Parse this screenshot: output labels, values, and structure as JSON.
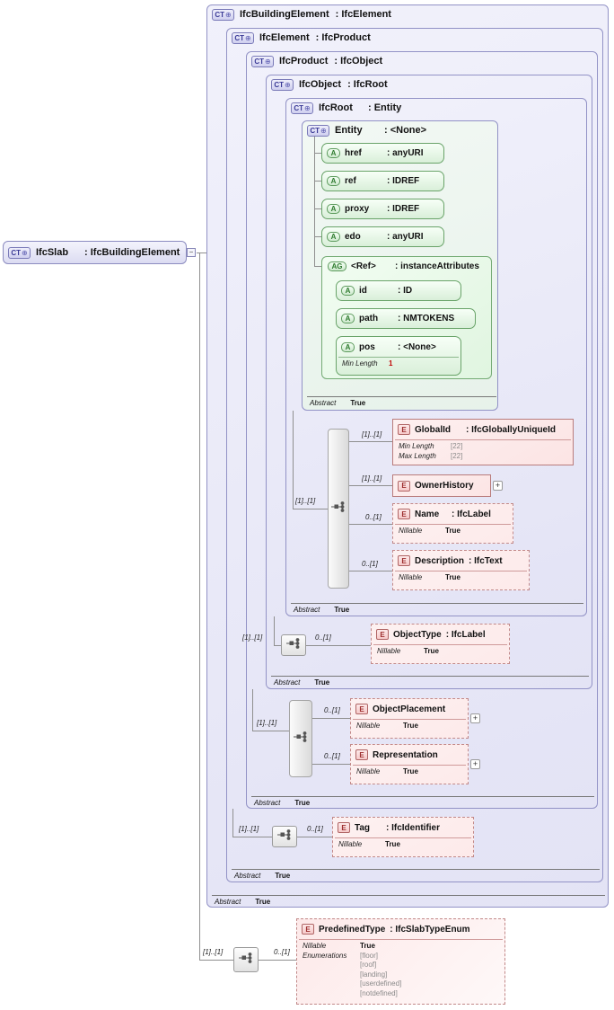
{
  "icons": {
    "ct": "CT",
    "ct_sym": "⊕",
    "a": "A",
    "ag": "AG",
    "e": "E",
    "plus": "+",
    "collapse": "−"
  },
  "ifcslab": {
    "name": "IfcSlab",
    "type": ": IfcBuildingElement"
  },
  "levels": {
    "be": {
      "title": "IfcBuildingElement",
      "type": ": IfcElement",
      "abstract_label": "Abstract",
      "abstract_value": "True"
    },
    "el": {
      "title": "IfcElement",
      "type": ": IfcProduct",
      "abstract_label": "Abstract",
      "abstract_value": "True"
    },
    "pr": {
      "title": "IfcProduct",
      "type": ": IfcObject",
      "abstract_label": "Abstract",
      "abstract_value": "True"
    },
    "ob": {
      "title": "IfcObject",
      "type": ": IfcRoot",
      "abstract_label": "Abstract",
      "abstract_value": "True"
    },
    "rt": {
      "title": "IfcRoot",
      "type": ": Entity",
      "abstract_label": "Abstract",
      "abstract_value": "True"
    },
    "en": {
      "title": "Entity",
      "type": ": <None>",
      "abstract_label": "Abstract",
      "abstract_value": "True"
    }
  },
  "entity_attrs": {
    "href": {
      "name": "href",
      "type": ": anyURI"
    },
    "ref": {
      "name": "ref",
      "type": ": IDREF"
    },
    "proxy": {
      "name": "proxy",
      "type": ": IDREF"
    },
    "edo": {
      "name": "edo",
      "type": ": anyURI"
    },
    "ref_group": {
      "name": "<Ref>",
      "type": ": instanceAttributes"
    },
    "id": {
      "name": "id",
      "type": ": ID"
    },
    "path": {
      "name": "path",
      "type": ": NMTOKENS"
    },
    "pos": {
      "name": "pos",
      "type": ": <None>",
      "facet_label": "Min Length",
      "facet_value": "1"
    }
  },
  "rt_children": {
    "card": "[1]..[1]",
    "globalid": {
      "card": "[1]..[1]",
      "name": "GlobalId",
      "type": ": IfcGloballyUniqueId",
      "minlen_label": "Min Length",
      "minlen_value": "[22]",
      "maxlen_label": "Max Length",
      "maxlen_value": "[22]"
    },
    "ownerhistory": {
      "card": "[1]..[1]",
      "name": "OwnerHistory"
    },
    "name_el": {
      "card": "0..[1]",
      "name": "Name",
      "type": ": IfcLabel",
      "nil_label": "Nillable",
      "nil_value": "True"
    },
    "description": {
      "card": "0..[1]",
      "name": "Description",
      "type": ": IfcText",
      "nil_label": "Nillable",
      "nil_value": "True"
    }
  },
  "ob_children": {
    "card": "[1]..[1]",
    "objecttype": {
      "card": "0..[1]",
      "name": "ObjectType",
      "type": ": IfcLabel",
      "nil_label": "Nillable",
      "nil_value": "True"
    }
  },
  "pr_children": {
    "card": "[1]..[1]",
    "objectplacement": {
      "card": "0..[1]",
      "name": "ObjectPlacement",
      "nil_label": "Nillable",
      "nil_value": "True"
    },
    "representation": {
      "card": "0..[1]",
      "name": "Representation",
      "nil_label": "Nillable",
      "nil_value": "True"
    }
  },
  "el_children": {
    "card": "[1]..[1]",
    "tag": {
      "card": "0..[1]",
      "name": "Tag",
      "type": ": IfcIdentifier",
      "nil_label": "Nillable",
      "nil_value": "True"
    }
  },
  "slab_children": {
    "card": "[1]..[1]",
    "predefinedtype": {
      "card": "0..[1]",
      "name": "PredefinedType",
      "type": ": IfcSlabTypeEnum",
      "nil_label": "Nillable",
      "nil_value": "True",
      "enum_label": "Enumerations",
      "enums": [
        "[floor]",
        "[roof]",
        "[landing]",
        "[userdefined]",
        "[notdefined]"
      ]
    }
  }
}
